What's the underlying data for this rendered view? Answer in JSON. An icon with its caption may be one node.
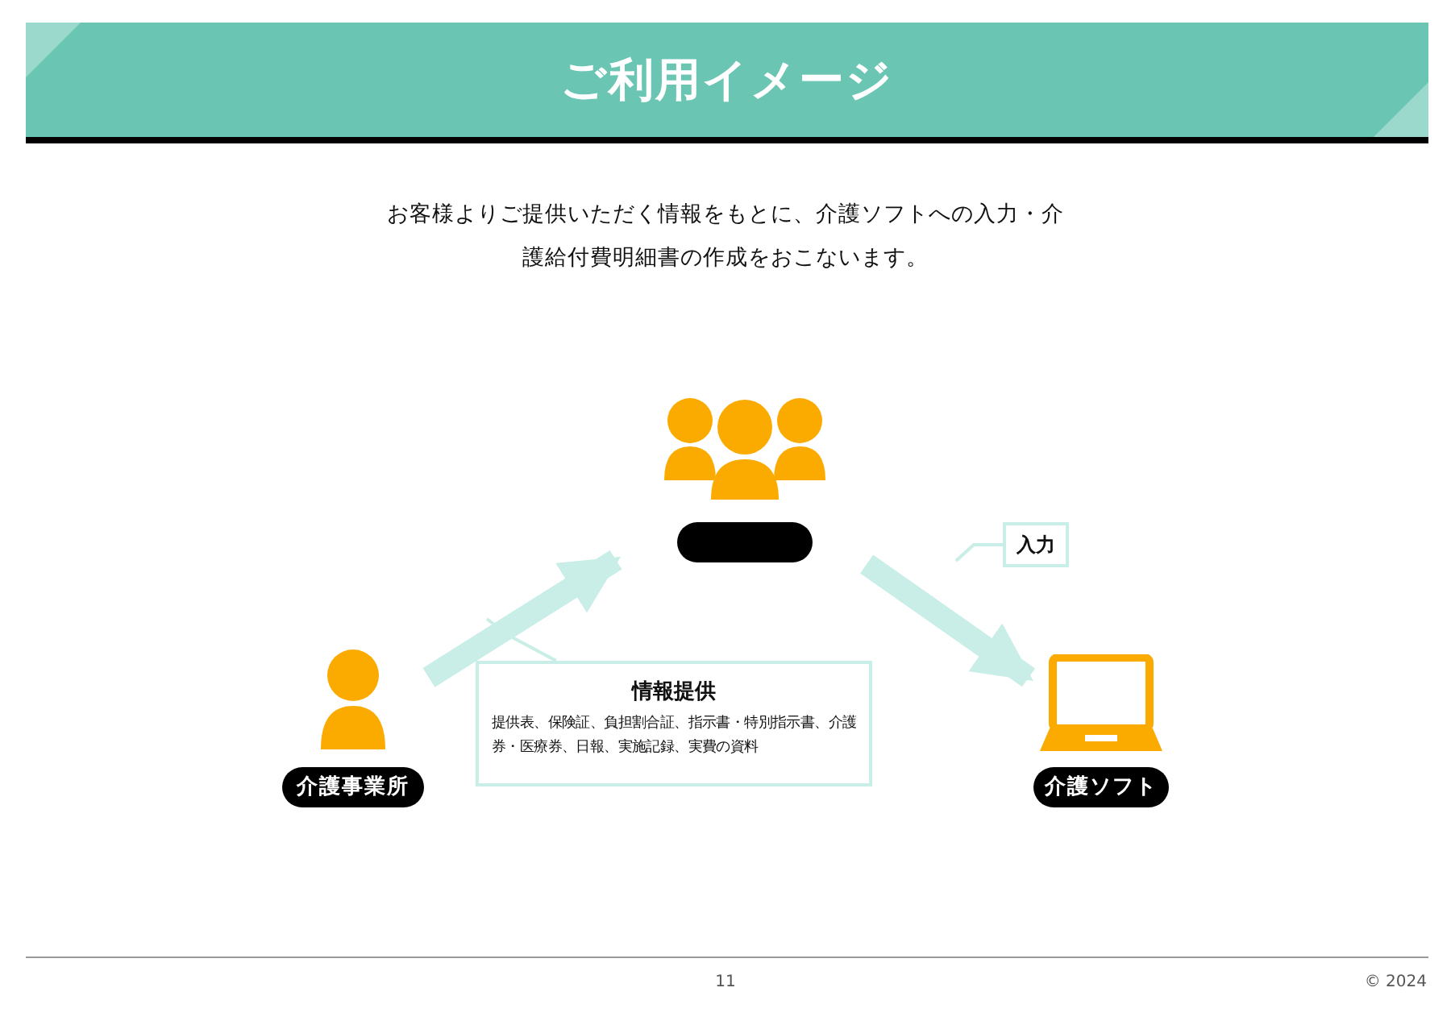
{
  "diagram": {
    "title": "ご利用イメージ",
    "nodes": [
      {
        "text": [
          "介護事業所"
        ]
      },
      {
        "text": [],
        "shape": "person"
      },
      {
        "text": [
          "介護ソフト"
        ]
      },
      {
        "text": [
          "情報提供",
          "提供表、保険証、負担割合証、指示書・特別指示書、介護券・医療券、日報、実施記録、実費の資料"
        ]
      },
      {
        "text": [
          "入力"
        ]
      }
    ],
    "edges": [
      {
        "from": 0,
        "to": 1,
        "arrow": "to",
        "style": "thick"
      },
      {
        "from": 1,
        "to": 2,
        "arrow": "to",
        "style": "thick"
      },
      {
        "from": 3,
        "to": null,
        "arrow": "none"
      },
      {
        "from": 4,
        "to": null,
        "arrow": "none"
      }
    ],
    "labels": [
      "お客様よりご提供いただく情報をもとに、介護ソフトへの入力・介護給付費明細書の作成をおこないます。",
      "11",
      "© 2024"
    ]
  }
}
